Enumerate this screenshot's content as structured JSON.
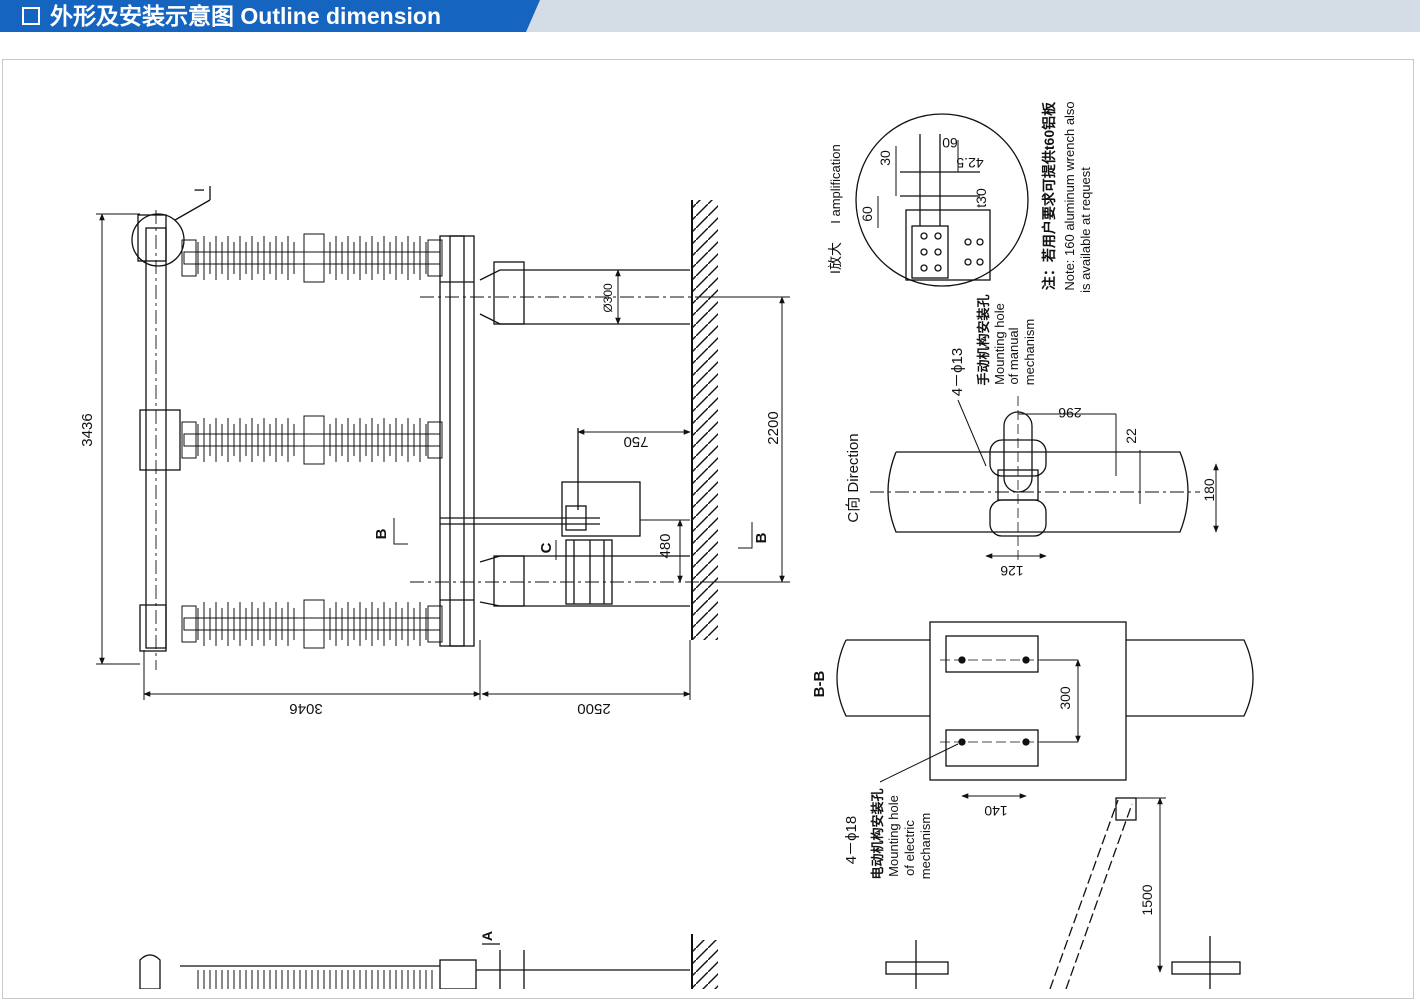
{
  "header": {
    "title": "外形及安装示意图 Outline dimension"
  },
  "colors": {
    "header_tab": "#1565c0",
    "header_bar": "#d4dce6",
    "line": "#111111"
  },
  "front_view": {
    "dims": {
      "height": "3436",
      "width_left": "3046",
      "width_right": "2500",
      "span": "2200",
      "dist_750": "750",
      "dist_480": "480",
      "pipe_dia": "Ø300"
    },
    "labels": {
      "detail_i": "I",
      "section_b_left": "B",
      "section_b_right": "B",
      "dir_c": "C",
      "arrow_a": "A"
    }
  },
  "detail_view": {
    "title_cn": "I放大",
    "title_en": "I amplification",
    "dims": {
      "d60": "60",
      "d30": "30",
      "d60b": "60",
      "d42_5": "42.5",
      "t30": "t30"
    },
    "note_cn": "注：若用户要求可提供t60铝板",
    "note_en_1": "Note: 160 aluminum wrench also",
    "note_en_2": "is available at request"
  },
  "c_direction": {
    "title": "C向 Direction",
    "hole_spec": "4－ϕ13",
    "hole_cn": "手动机构安装孔",
    "hole_en_1": "Mounting hole",
    "hole_en_2": "of manual",
    "hole_en_3": "mechanism",
    "dims": {
      "d296": "296",
      "d22": "22",
      "d180": "180",
      "d126": "126"
    }
  },
  "bb_section": {
    "title": "B-B",
    "dims": {
      "d300": "300",
      "d140": "140"
    },
    "hole_spec": "4－ϕ18",
    "hole_cn": "电动机构安装孔",
    "hole_en_1": "Mounting hole",
    "hole_en_2": "of electric",
    "hole_en_3": "mechanism"
  },
  "bottom_view": {
    "dims": {
      "d1500": "1500"
    }
  }
}
